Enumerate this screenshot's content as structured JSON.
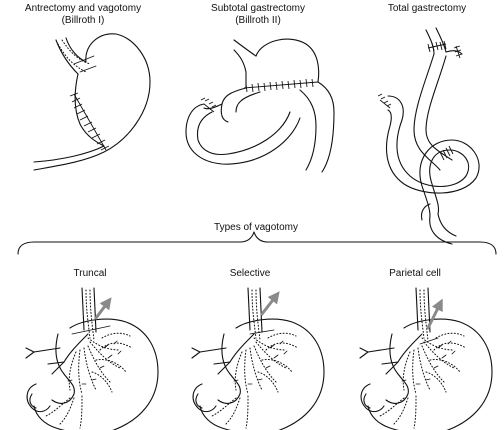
{
  "procedures": [
    {
      "title": "Antrectomy and vagotomy",
      "subtitle": "(Billroth I)"
    },
    {
      "title": "Subtotal gastrectomy",
      "subtitle": "(Billroth II)"
    },
    {
      "title": "Total gastrectomy",
      "subtitle": ""
    }
  ],
  "vagotomy": {
    "heading": "Types of vagotomy",
    "types": [
      {
        "label": "Truncal"
      },
      {
        "label": "Selective"
      },
      {
        "label": "Parietal cell"
      }
    ]
  },
  "colors": {
    "line": "#111111",
    "arrow": "#8a8a8a"
  }
}
